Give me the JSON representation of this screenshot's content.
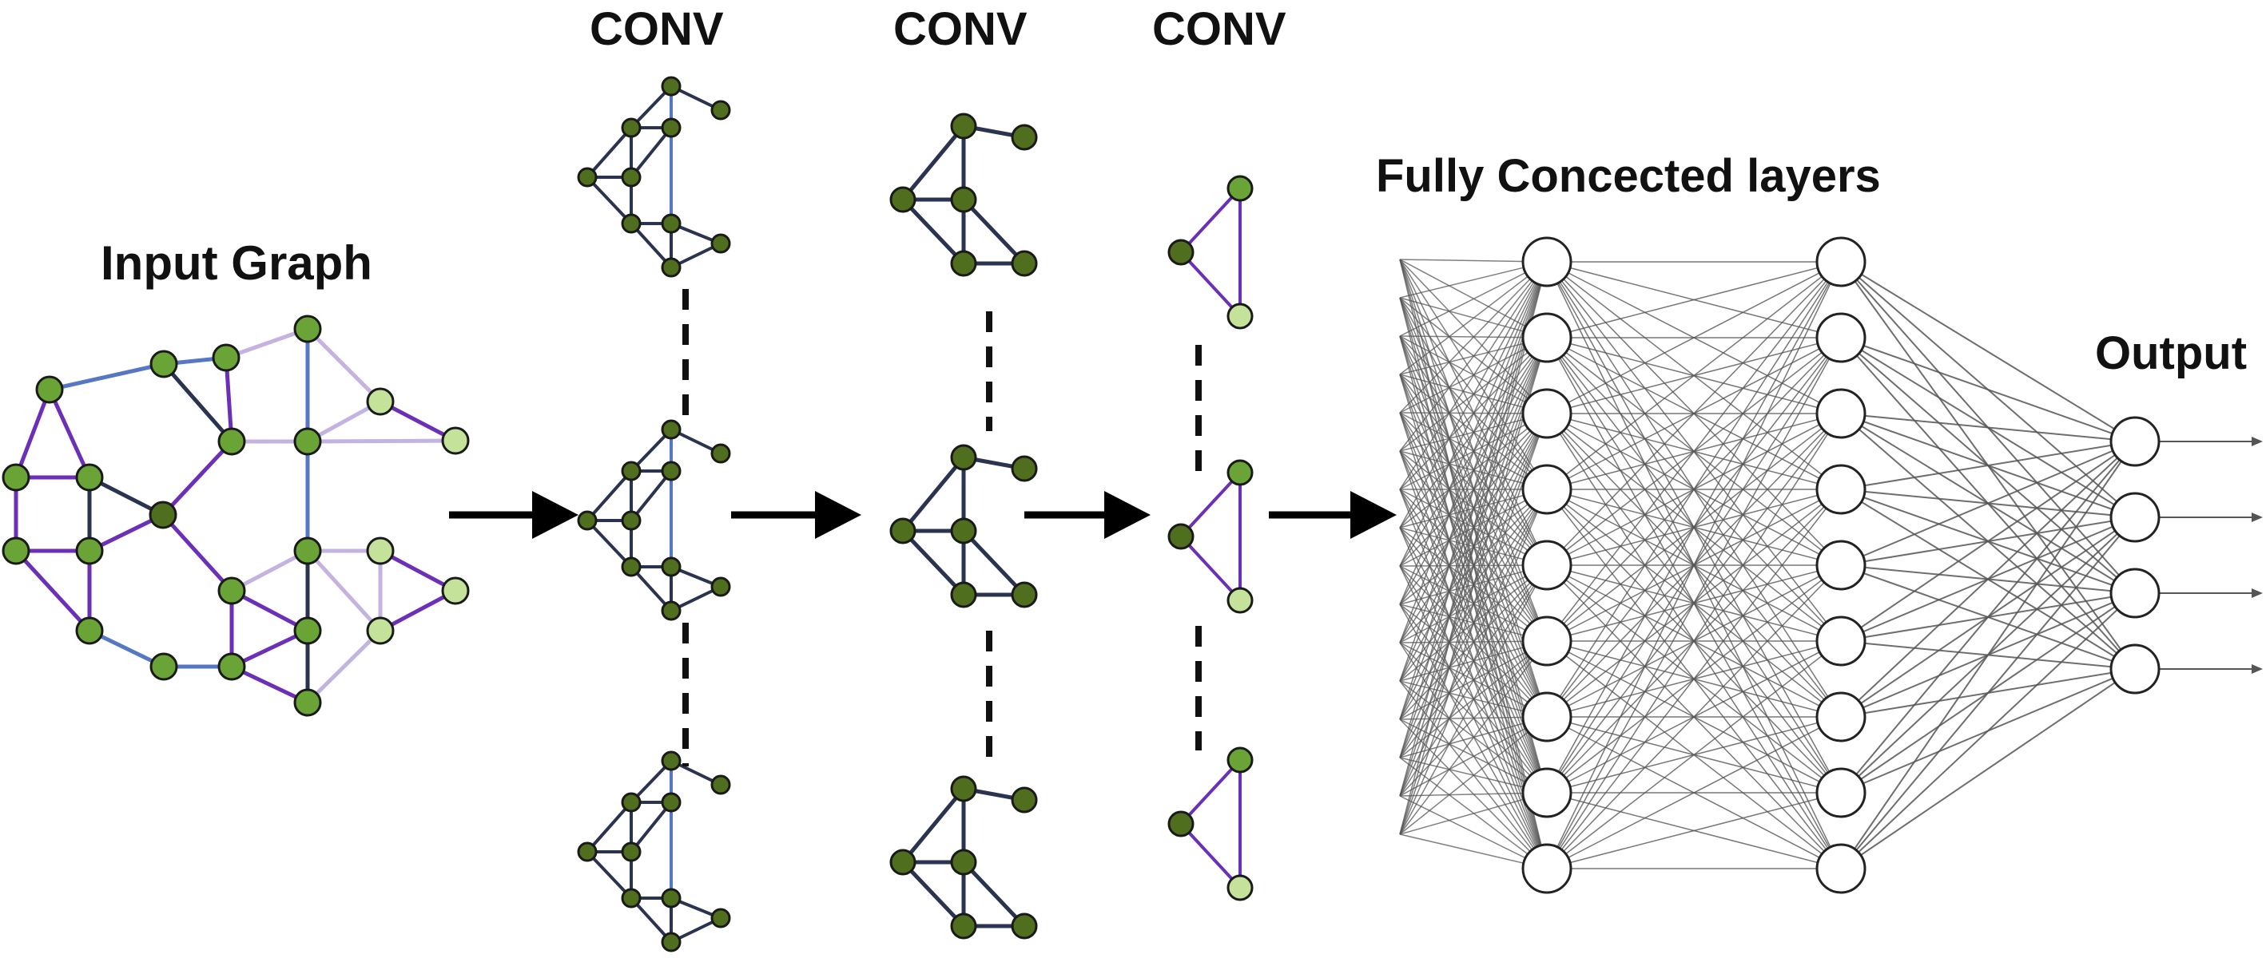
{
  "labels": {
    "input_graph": "Input Graph",
    "conv_1": "CONV",
    "conv_2": "CONV",
    "conv_3": "CONV",
    "fully_connected": "Fully Concected layers",
    "output": "Output"
  },
  "network": {
    "input_neurons": 16,
    "hidden_layer_1": 9,
    "hidden_layer_2": 9,
    "output_neurons": 4
  },
  "colors": {
    "node_dark": "#4f6e1e",
    "node_mid": "#6aa437",
    "node_light": "#c5e29a",
    "edge_blue": "#5577c4",
    "edge_purple": "#6c2fb8",
    "edge_lavender": "#c4b3e0",
    "edge_dark": "#2a3350",
    "arrow": "#000000",
    "fc_line": "#555555"
  }
}
